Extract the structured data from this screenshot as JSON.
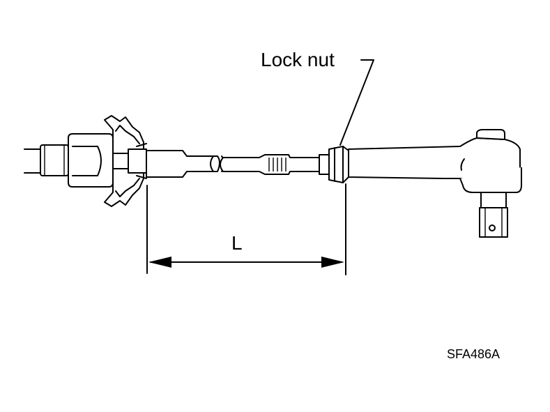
{
  "labels": {
    "lock_nut": "Lock nut",
    "dimension": "L",
    "figure_code": "SFA486A"
  },
  "colors": {
    "ink": "#000000",
    "background": "#ffffff"
  }
}
